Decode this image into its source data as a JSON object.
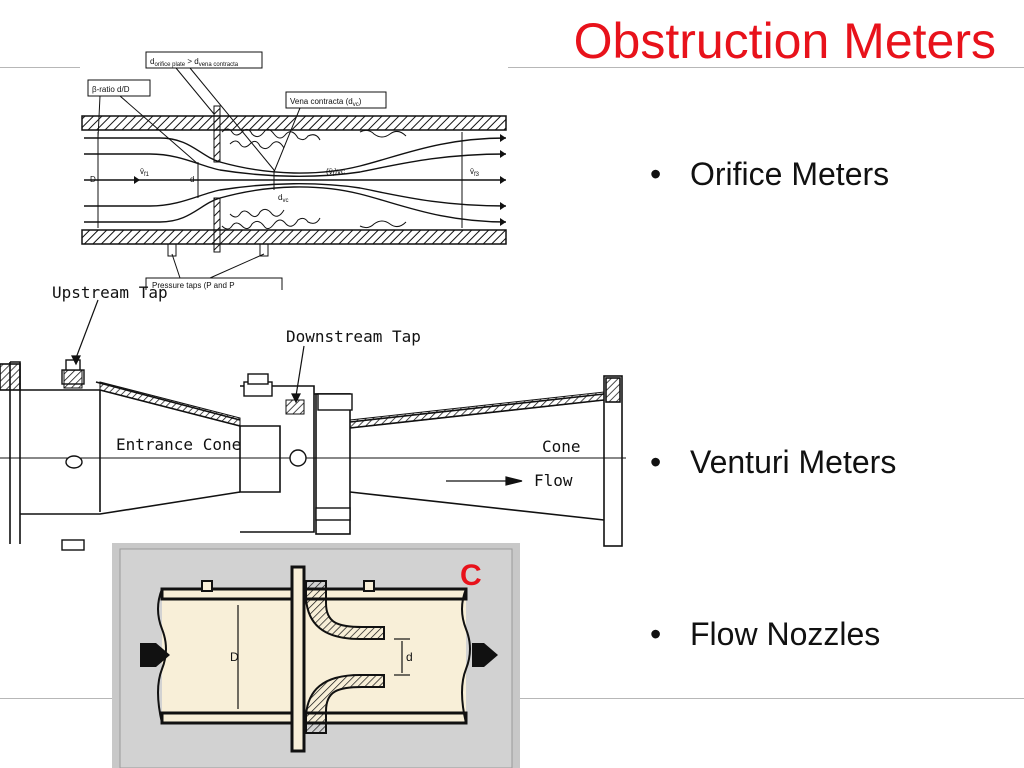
{
  "slide": {
    "title": "Obstruction Meters",
    "bullets": [
      "Orifice Meters",
      "Venturi Meters",
      "Flow Nozzles"
    ]
  },
  "orifice_diagram": {
    "labels": {
      "plate": "d",
      "plate_sub": "orifice plate",
      "plate_rest": " > d",
      "plate_sub2": "vena contracta",
      "beta": "β-ratio d/D",
      "vena": "Vena contracta (d",
      "vena_sub": "vc",
      "vena_end": ")",
      "D": "D",
      "d": "d",
      "v1": "v̄",
      "v1_sub": "f1",
      "vvc": "(v̄",
      "vvc_sub": "f",
      "vvc_end": ")vc",
      "dvc": "d",
      "dvc_sub": "vc",
      "v3": "v̄",
      "v3_sub": "f3",
      "taps": "Pressure taps (P",
      "taps_rest": "  and P"
    }
  },
  "venturi_diagram": {
    "labels": {
      "upstream": "Upstream Tap",
      "downstream": "Downstream Tap",
      "entrance": "Entrance Cone",
      "cone": "Cone",
      "flow": "Flow"
    }
  },
  "nozzle_diagram": {
    "labels": {
      "corner": "C",
      "D": "D",
      "d": "d"
    },
    "colors": {
      "frame": "#c8c8c8",
      "fluid": "#f8efd8",
      "corner": "#e8121b"
    }
  },
  "colors": {
    "title": "#e8121b",
    "rule": "#b7b7b7"
  }
}
